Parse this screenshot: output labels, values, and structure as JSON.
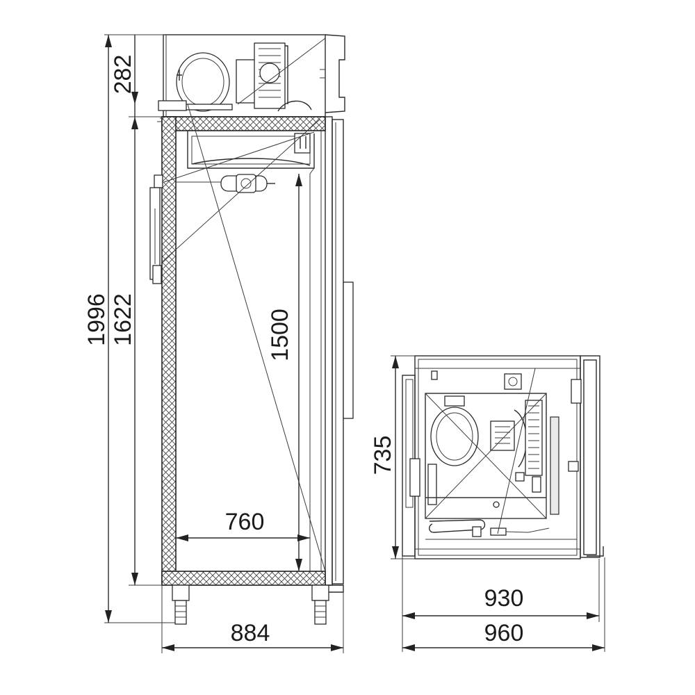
{
  "dimensions": {
    "total_height": "1996",
    "top_unit_height": "282",
    "body_height": "1622",
    "diagonal_inner": "1500",
    "inner_width": "760",
    "outer_width": "884",
    "side_height": "735",
    "depth_inner": "930",
    "depth_outer": "960"
  }
}
